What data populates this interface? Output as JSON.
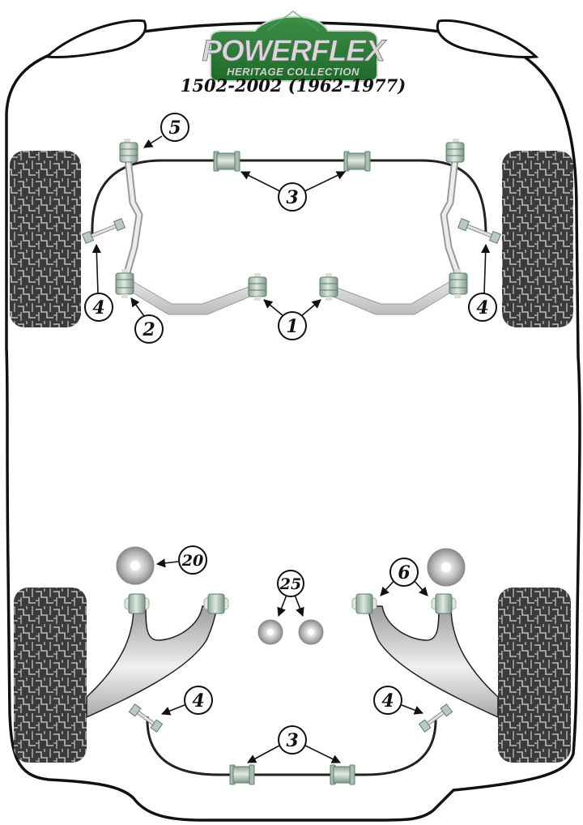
{
  "header": {
    "brand": "POWERFLEX",
    "collection": "HERITAGE COLLECTION",
    "model_title": "1502-2002 (1962-1977)",
    "brand_colors": {
      "green": "#2e7d3a",
      "green_dark": "#1e5a28",
      "silver": "#d8d8d8"
    }
  },
  "diagram": {
    "colors": {
      "outline": "#111111",
      "tyre": "#3b3b3b",
      "tyre_tread": "#bdbdbd",
      "bushing": "#b9c9bf",
      "bushing_edge": "#5f7d6b",
      "arm": "#cfcfcf",
      "disc": "#a8a8a8"
    },
    "front_axle": {
      "callouts": [
        {
          "number": "5",
          "part": "top mount bush"
        },
        {
          "number": "3",
          "part": "anti-roll bar bush",
          "count": 2
        },
        {
          "number": "4",
          "part": "drop link bush",
          "side": "left"
        },
        {
          "number": "4",
          "part": "drop link bush",
          "side": "right"
        },
        {
          "number": "2",
          "part": "control arm outer bush"
        },
        {
          "number": "1",
          "part": "control arm inner bush",
          "count": 2
        }
      ]
    },
    "rear_axle": {
      "callouts": [
        {
          "number": "20",
          "part": "spring pad"
        },
        {
          "number": "25",
          "part": "bump stop washer",
          "count": 2
        },
        {
          "number": "6",
          "part": "trailing arm bush",
          "count": 2
        },
        {
          "number": "4",
          "part": "drop link bush",
          "side": "left"
        },
        {
          "number": "4",
          "part": "drop link bush",
          "side": "right"
        },
        {
          "number": "3",
          "part": "anti-roll bar bush",
          "count": 2
        }
      ]
    }
  },
  "labels": {
    "c1": "1",
    "c2": "2",
    "c3_front": "3",
    "c4_front_left": "4",
    "c4_front_right": "4",
    "c5": "5",
    "c20": "20",
    "c25": "25",
    "c6": "6",
    "c4_rear_left": "4",
    "c4_rear_right": "4",
    "c3_rear": "3"
  }
}
